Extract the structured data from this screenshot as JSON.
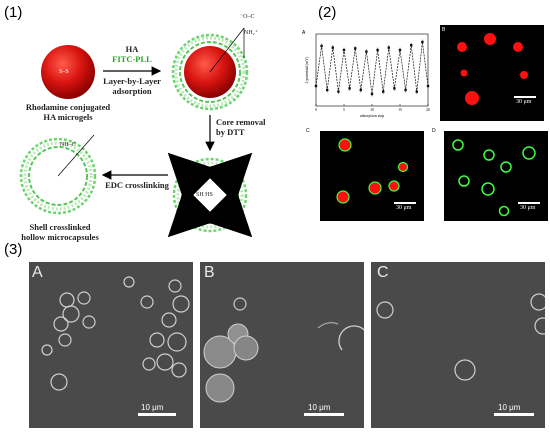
{
  "panels": {
    "p1": "(1)",
    "p2": "(2)",
    "p3": "(3)"
  },
  "scheme": {
    "core_label_1": "Rhodamine conjugated",
    "core_label_2": "HA microgels",
    "arrow1_top_1": "HA",
    "arrow1_top_2": "FITC-PLL",
    "arrow1_bot_1": "Layer-by-Layer",
    "arrow1_bot_2": "adsorption",
    "arrow2_1": "Core removal",
    "arrow2_2": "by DTT",
    "arrow3": "EDC crosslinking",
    "final_1": "Shell crosslinked",
    "final_2": "hollow microcapsules",
    "core_ss": "S–S",
    "sh_hs": "SH HS",
    "nh2": "NH₂⁺",
    "oc": "⁻O–C",
    "nhc": "NH–C"
  },
  "chart_data": {
    "type": "line",
    "title": "",
    "xlabel": "adsorption step",
    "ylabel": "ζ-potential (mV)",
    "xlim": [
      0,
      20
    ],
    "x_ticks": [
      "0",
      "5",
      "10",
      "15",
      "20"
    ],
    "series": [
      {
        "values": [
          -15,
          35,
          -20,
          33,
          -22,
          30,
          -18,
          32,
          -20,
          28,
          -25,
          30,
          -22,
          33,
          -18,
          30,
          -20,
          36,
          -22,
          40,
          -15
        ]
      }
    ]
  },
  "fluor": {
    "A": "A",
    "B": "B",
    "C": "C",
    "D": "D",
    "scalebar": "30 μm"
  },
  "em": {
    "A": "A",
    "B": "B",
    "C": "C",
    "scalebar": "10 μm"
  }
}
